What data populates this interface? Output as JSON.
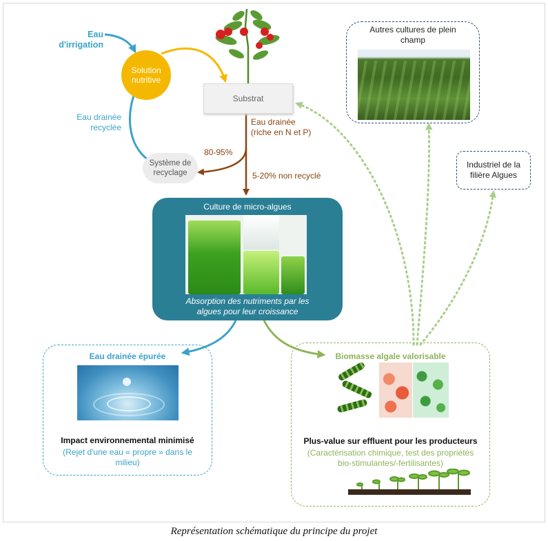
{
  "labels": {
    "eau_irrigation": [
      "Eau",
      "d'irrigation"
    ],
    "solution_nutritive": [
      "Solution",
      "nutritive"
    ],
    "substrat": "Substrat",
    "eau_drainee_recyclee": [
      "Eau drainée",
      "recyclée"
    ],
    "eau_drainee_riche": [
      "Eau drainée",
      "(riche en N et P)"
    ],
    "pct_recycled": "80-95%",
    "systeme_recyclage": [
      "Système de",
      "recyclage"
    ],
    "pct_non_recycled": "5-20% non recyclé",
    "autres_cultures": [
      "Autres cultures de plein",
      "champ"
    ],
    "industriel": [
      "Industriel de la",
      "filière Algues"
    ],
    "culture_micro_algues": "Culture de micro-algues",
    "absorption": [
      "Absorption des nutriments par les",
      "algues pour leur croissance"
    ],
    "eau_drainee_epuree": "Eau drainée épurée",
    "impact_title": "Impact environnemental minimisé",
    "impact_detail": [
      "(Rejet d'une eau « propre » dans le",
      "milieu)"
    ],
    "biomasse": "Biomasse algale valorisable",
    "plus_value_title": "Plus-value sur effluent pour les producteurs",
    "plus_value_detail": [
      "(Caractérisation chimique, test des propriétés",
      "bio-stimulantes/-fertilisantes)"
    ]
  },
  "caption": "Représentation schématique du principe du projet",
  "colors": {
    "blue": "#3aa3c9",
    "yellow": "#f5b800",
    "brown": "#8b4513",
    "green": "#8fb35a",
    "teal": "#2b7f95",
    "navy_dash": "#2e4a7a"
  }
}
